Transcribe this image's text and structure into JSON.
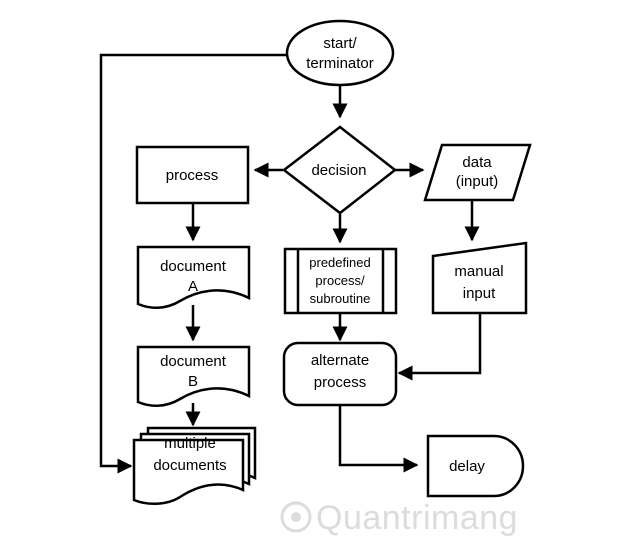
{
  "nodes": {
    "start": {
      "lines": [
        "start/",
        "terminator"
      ]
    },
    "decision": {
      "lines": [
        "decision"
      ]
    },
    "process": {
      "lines": [
        "process"
      ]
    },
    "data": {
      "lines": [
        "data",
        "(input)"
      ]
    },
    "document_a": {
      "lines": [
        "document",
        "A"
      ]
    },
    "predefined": {
      "lines": [
        "predefined",
        "process/",
        "subroutine"
      ]
    },
    "manual": {
      "lines": [
        "manual",
        "input"
      ]
    },
    "document_b": {
      "lines": [
        "document",
        "B"
      ]
    },
    "alternate": {
      "lines": [
        "alternate",
        "process"
      ]
    },
    "multiple": {
      "lines": [
        "multiple",
        "documents"
      ]
    },
    "delay": {
      "lines": [
        "delay"
      ]
    }
  },
  "edges": [
    {
      "from": "start",
      "to": "decision"
    },
    {
      "from": "decision",
      "to": "process"
    },
    {
      "from": "decision",
      "to": "data"
    },
    {
      "from": "decision",
      "to": "predefined"
    },
    {
      "from": "process",
      "to": "document_a"
    },
    {
      "from": "document_a",
      "to": "document_b"
    },
    {
      "from": "document_b",
      "to": "multiple"
    },
    {
      "from": "start",
      "to": "multiple"
    },
    {
      "from": "data",
      "to": "manual"
    },
    {
      "from": "manual",
      "to": "alternate"
    },
    {
      "from": "predefined",
      "to": "alternate"
    },
    {
      "from": "alternate",
      "to": "delay"
    }
  ],
  "watermark": {
    "text": "Quantrimang",
    "color": "#d9d9d9"
  }
}
